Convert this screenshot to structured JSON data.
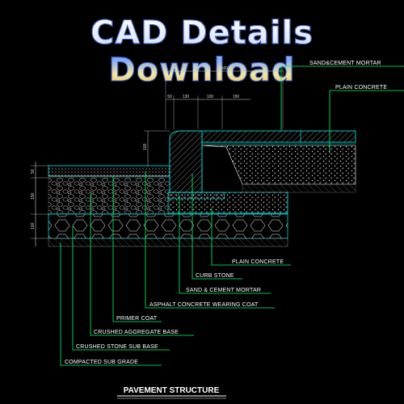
{
  "banner": {
    "title": "CAD Details Download"
  },
  "drawing": {
    "title": "PAVEMENT STRUCTURE",
    "colors": {
      "background": "#000000",
      "outline": "#00d8d8",
      "leader": "#00ff66",
      "hatch": "#9a9a9a",
      "dimension": "#cfcfcf",
      "text": "#ffffff",
      "title_gradient_top": "#ffffff",
      "title_gradient_bottom": "#e8b85a"
    },
    "callouts_right": [
      "SAND&CEMENT MORTAR",
      "PLAIN CONCRETE"
    ],
    "callouts_bottom": [
      "PLAIN CONCRETE",
      "CURB STONE",
      "SAND & CEMENT MORTAR",
      "ASPHALT CONCRETE WEARING COAT",
      "PRIMER COAT",
      "CRUSHED AGGREGATE BASE",
      "CRUSHED STONE SUB BASE",
      "COMPACTED SUB GRADE"
    ],
    "dimensions_top": [
      "500",
      "50",
      "130",
      "100",
      "150"
    ],
    "dimensions_left": [
      "50",
      "150",
      "100"
    ],
    "dimensions_curb": [
      "100"
    ]
  }
}
